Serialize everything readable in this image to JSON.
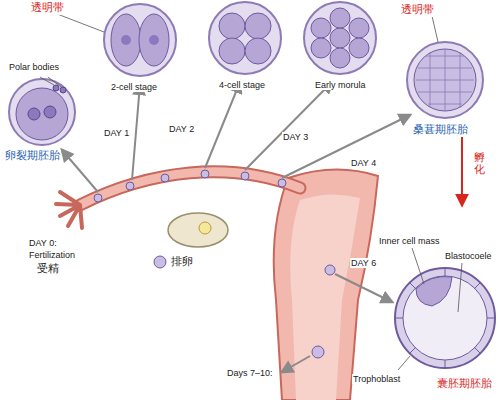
{
  "diagram": {
    "labels": [
      "透明带",
      "2-cell stage",
      "4-cell stage",
      "Early morula",
      "透明带",
      "Polar bodies",
      "DAY 1",
      "DAY 2",
      "DAY 3",
      "DAY 4",
      "卵裂期胚胎",
      "桑葚期胚胎",
      "孵化",
      "Inner cell mass",
      "Blastocoele",
      "DAY 0:",
      "Fertilization",
      "受精",
      "排卵",
      "DAY 6",
      "Days 7–10:",
      "Trophoblast",
      "囊胚期胚胎"
    ]
  }
}
